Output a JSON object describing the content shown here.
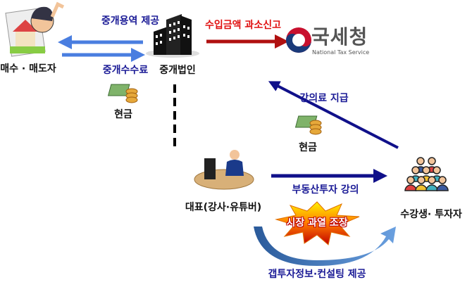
{
  "nodes": {
    "seller": "매수 · 매도자",
    "corp": "중개법인",
    "nts_korean": "국세청",
    "nts_english": "National Tax Service",
    "ceo": "대표(강사·유튜버)",
    "students": "수강생· 투자자"
  },
  "edges": {
    "brokerage_service": "중개용역 제공",
    "brokerage_fee": "중개수수료",
    "underreport": "수입금액 과소신고",
    "lecture_fee": "강의료 지급",
    "lecture": "부동산투자 강의",
    "gap_info": "갭투자정보·컨설팅 제공"
  },
  "cash_labels": [
    "현금",
    "현금"
  ],
  "burst": "시장 과열 조장",
  "colors": {
    "navy": "#1a1a96",
    "blue_arrow": "#4a7ee0",
    "red_arrow": "#b01010",
    "red_text": "#e01010"
  }
}
